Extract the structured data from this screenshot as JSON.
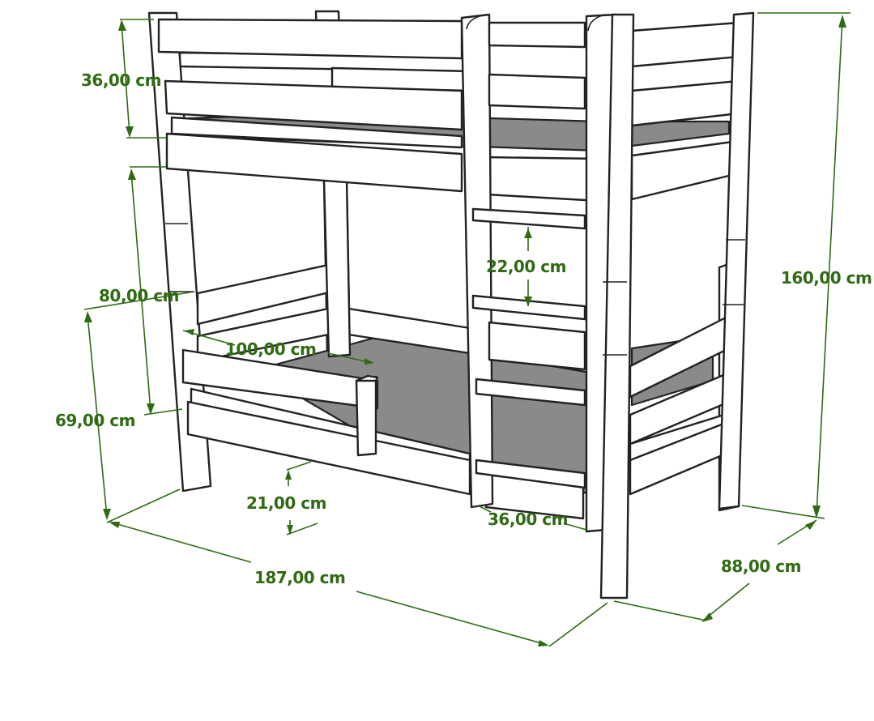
{
  "diagram": {
    "subject": "bunk bed with ladder",
    "colors": {
      "dimension": "#2f6b12",
      "outline": "#222222",
      "mattress": "#8a8a8a",
      "wood": "#ffffff"
    },
    "dimensions": {
      "top_guard_height": "36,00 cm",
      "clearance_between_beds": "80,00 cm",
      "bottom_bed_height": "69,00 cm",
      "lower_guard_length": "100,00 cm",
      "rung_spacing": "22,00 cm",
      "bottom_bed_floor_clearance": "21,00 cm",
      "ladder_width": "36,00 cm",
      "total_height": "160,00 cm",
      "total_length": "187,00 cm",
      "total_width": "88,00 cm"
    }
  }
}
